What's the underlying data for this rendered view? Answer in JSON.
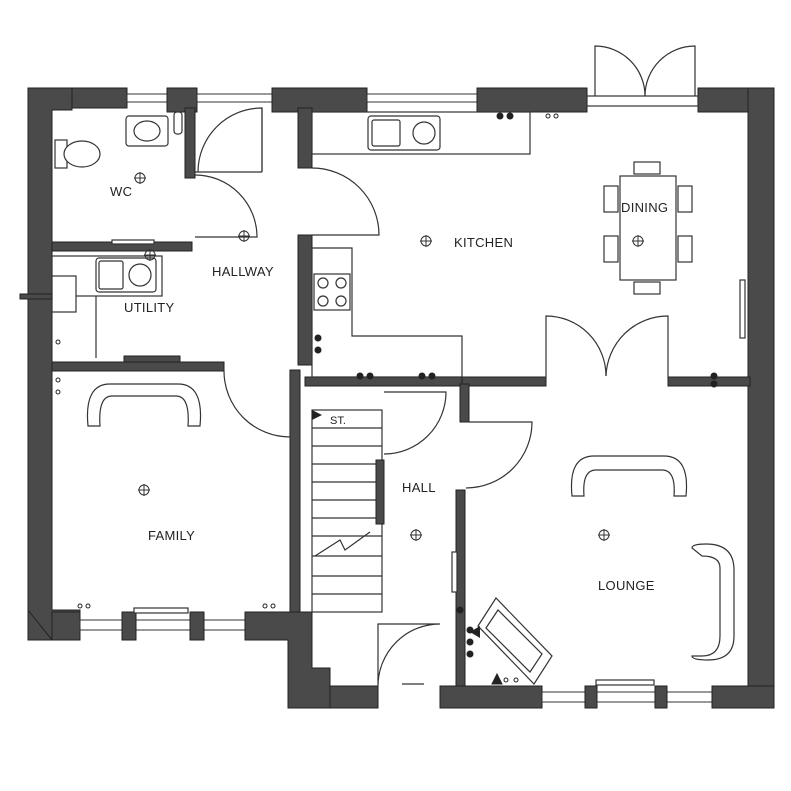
{
  "plan": {
    "rooms": [
      {
        "id": "wc",
        "label": "WC"
      },
      {
        "id": "hallway",
        "label": "HALLWAY"
      },
      {
        "id": "utility",
        "label": "UTILITY"
      },
      {
        "id": "kitchen",
        "label": "KITCHEN"
      },
      {
        "id": "dining",
        "label": "DINING"
      },
      {
        "id": "family",
        "label": "FAMILY"
      },
      {
        "id": "hall",
        "label": "HALL"
      },
      {
        "id": "lounge",
        "label": "LOUNGE"
      }
    ],
    "store_label": "ST.",
    "colors": {
      "wall": "#4a4a4a",
      "line": "#333333",
      "background": "#ffffff"
    }
  }
}
